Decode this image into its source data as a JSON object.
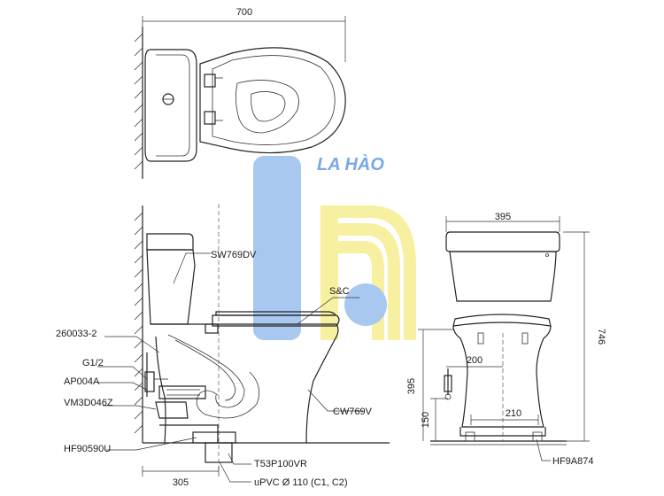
{
  "dimensions": {
    "top_width": "700",
    "front_width": "395",
    "front_height": "746",
    "offset_200": "200",
    "height_395": "395",
    "height_150": "150",
    "offset_210": "210",
    "rough_in": "305"
  },
  "part_labels": {
    "seat": "SW769DV",
    "seat_cover": "S&C",
    "bowl": "CW769V",
    "valve_a": "260033-2",
    "thread": "G1/2",
    "stop_valve": "AP004A",
    "flush_valve": "VM3D046Z",
    "fitting": "HF90590U",
    "drain": "T53P100VR",
    "pipe": "uPVC Ø 110 (C1, C2)",
    "front_fitting": "HF9A874"
  },
  "watermark": {
    "text": "LA HÀO",
    "blue": "#a8c8f0",
    "yellow": "#f7f0a0"
  }
}
